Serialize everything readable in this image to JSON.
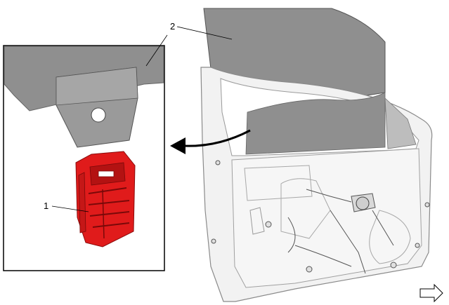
{
  "callouts": [
    {
      "id": "1",
      "label": "1"
    },
    {
      "id": "2",
      "label": "2"
    }
  ],
  "colors": {
    "glass": "#8f8f8f",
    "glass_dark": "#6e6e6e",
    "clip": "#e01b1b",
    "clip_dark": "#a00d0d",
    "door": "#f2f2f2",
    "door_line": "#9a9a9a",
    "outline": "#000000"
  },
  "icons": {
    "arrow": "curved-arrow-icon",
    "forward": "forward-arrow-icon"
  }
}
